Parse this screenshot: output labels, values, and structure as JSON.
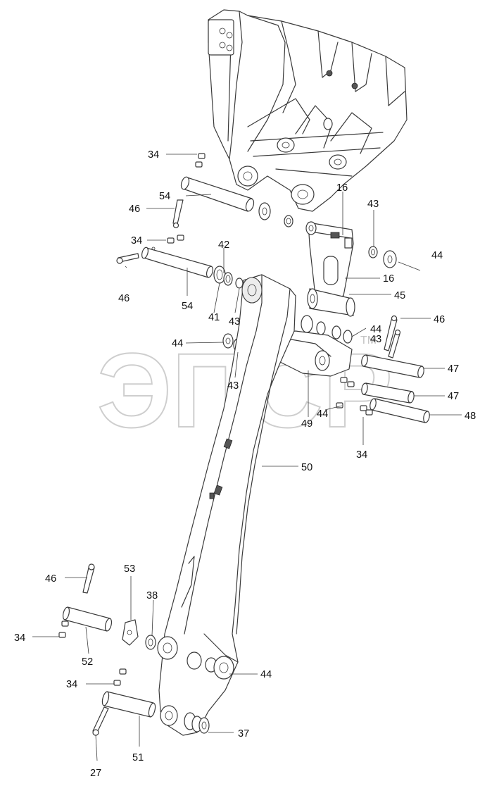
{
  "watermark": {
    "text": "ЭПСР",
    "tm": "TM"
  },
  "callouts": [
    {
      "id": "c-34a",
      "label": "34"
    },
    {
      "id": "c-54a",
      "label": "54"
    },
    {
      "id": "c-46a",
      "label": "46"
    },
    {
      "id": "c-34b",
      "label": "34"
    },
    {
      "id": "c-46b",
      "label": "46"
    },
    {
      "id": "c-42",
      "label": "42"
    },
    {
      "id": "c-54b",
      "label": "54"
    },
    {
      "id": "c-41",
      "label": "41"
    },
    {
      "id": "c-43a",
      "label": "43"
    },
    {
      "id": "c-44a",
      "label": "44"
    },
    {
      "id": "c-43b",
      "label": "43"
    },
    {
      "id": "c-16a",
      "label": "16"
    },
    {
      "id": "c-43c",
      "label": "43"
    },
    {
      "id": "c-44b",
      "label": "44"
    },
    {
      "id": "c-16b",
      "label": "16"
    },
    {
      "id": "c-45",
      "label": "45"
    },
    {
      "id": "c-44c",
      "label": "44"
    },
    {
      "id": "c-43d",
      "label": "43"
    },
    {
      "id": "c-46c",
      "label": "46"
    },
    {
      "id": "c-47a",
      "label": "47"
    },
    {
      "id": "c-47b",
      "label": "47"
    },
    {
      "id": "c-48",
      "label": "48"
    },
    {
      "id": "c-44d",
      "label": "44"
    },
    {
      "id": "c-49",
      "label": "49"
    },
    {
      "id": "c-34c",
      "label": "34"
    },
    {
      "id": "c-50",
      "label": "50"
    },
    {
      "id": "c-46d",
      "label": "46"
    },
    {
      "id": "c-53",
      "label": "53"
    },
    {
      "id": "c-38",
      "label": "38"
    },
    {
      "id": "c-34d",
      "label": "34"
    },
    {
      "id": "c-52",
      "label": "52"
    },
    {
      "id": "c-44e",
      "label": "44"
    },
    {
      "id": "c-34e",
      "label": "34"
    },
    {
      "id": "c-37",
      "label": "37"
    },
    {
      "id": "c-51",
      "label": "51"
    },
    {
      "id": "c-27",
      "label": "27"
    }
  ]
}
